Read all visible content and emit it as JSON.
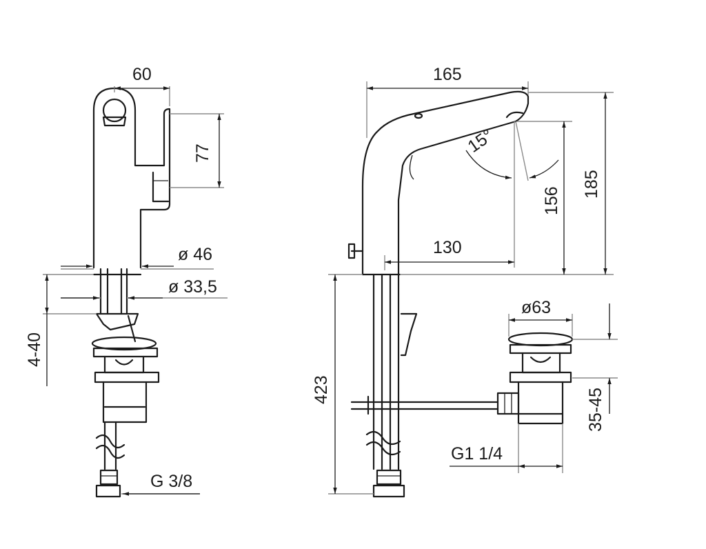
{
  "dimensions": {
    "side_width": "60",
    "lever_height": "77",
    "base_diameter": "ø 46",
    "shank_diameter": "ø 33,5",
    "deck_range": "4-40",
    "inlet_thread": "G 3/8",
    "spout_reach": "165",
    "spout_outlet_reach": "130",
    "outlet_height": "156",
    "total_height": "185",
    "angle": "15°",
    "hose_length": "423",
    "waste_diameter": "ø63",
    "waste_range": "35-45",
    "waste_thread": "G1 1/4"
  }
}
